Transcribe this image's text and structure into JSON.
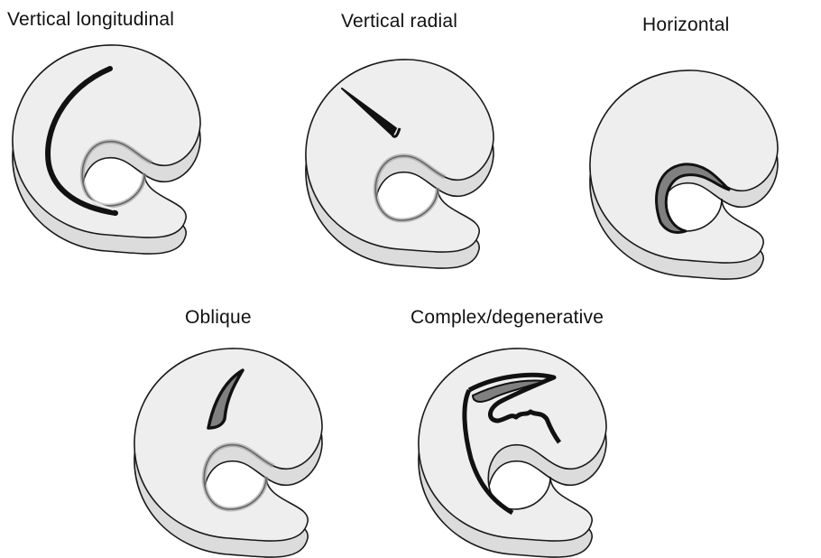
{
  "figure": {
    "panels": [
      {
        "label": "Vertical longitudinal",
        "tear_type": "vertical-longitudinal"
      },
      {
        "label": "Vertical radial",
        "tear_type": "vertical-radial"
      },
      {
        "label": "Horizontal",
        "tear_type": "horizontal"
      },
      {
        "label": "Oblique",
        "tear_type": "oblique"
      },
      {
        "label": "Complex/degenerative",
        "tear_type": "complex-degenerative"
      }
    ]
  },
  "colors": {
    "meniscus_fill": "#eeeeee",
    "meniscus_side": "#dcdcdc",
    "outline": "#1a1a1a",
    "tear_dark": "#111111",
    "tear_gray": "#808080",
    "background": "#ffffff"
  }
}
